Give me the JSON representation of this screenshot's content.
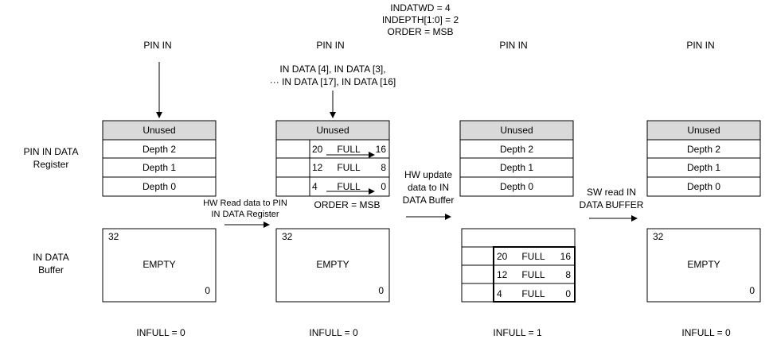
{
  "header": {
    "line1": "INDATWD = 4",
    "line2": "INDEPTH[1:0] = 2",
    "line3": "ORDER = MSB"
  },
  "row_labels": {
    "register_line1": "PIN IN DATA",
    "register_line2": "Register",
    "buffer_line1": "IN DATA",
    "buffer_line2": "Buffer"
  },
  "columns": [
    {
      "pin_label": "PIN IN",
      "infull": "INFULL = 0"
    },
    {
      "pin_label": "PIN IN",
      "infull": "INFULL = 0"
    },
    {
      "pin_label": "PIN IN",
      "infull": "INFULL = 1"
    },
    {
      "pin_label": "PIN IN",
      "infull": "INFULL = 0"
    }
  ],
  "register_rows": {
    "unused": "Unused",
    "depth2": "Depth 2",
    "depth1": "Depth 1",
    "depth0": "Depth 0"
  },
  "input_data": {
    "line1": "IN DATA [4], IN DATA [3],",
    "line2": "··· IN DATA [17], IN DATA [16]"
  },
  "full_rows": [
    {
      "hi": "20",
      "label": "FULL",
      "lo": "16"
    },
    {
      "hi": "12",
      "label": "FULL",
      "lo": "8"
    },
    {
      "hi": "4",
      "label": "FULL",
      "lo": "0"
    }
  ],
  "order_label": "ORDER = MSB",
  "transitions": {
    "hw_read_line1": "HW Read data to PIN",
    "hw_read_line2": "IN DATA Register",
    "hw_update_line1": "HW update",
    "hw_update_line2": "data to IN",
    "hw_update_line3": "DATA Buffer",
    "sw_read_line1": "SW read IN",
    "sw_read_line2": "DATA BUFFER"
  },
  "buffer": {
    "top": "32",
    "bottom": "0",
    "empty": "EMPTY"
  },
  "colors": {
    "unused_fill": "#d9d9d9",
    "line": "#000000",
    "background": "#ffffff"
  }
}
